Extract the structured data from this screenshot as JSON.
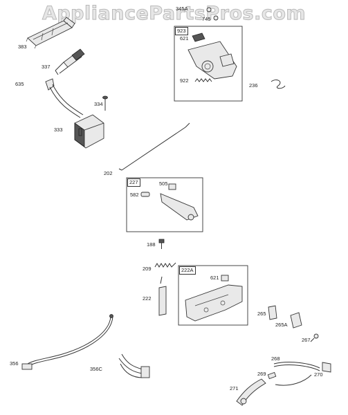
{
  "watermark": "AppliancePartsPros.com",
  "boxes": {
    "b923": "923",
    "b227": "227",
    "b222a": "222A"
  },
  "labels": {
    "l383": "383",
    "l337": "337",
    "l635": "635",
    "l334": "334",
    "l333": "333",
    "l345a": "345A",
    "l745": "745",
    "l621a": "621",
    "l922": "922",
    "l236": "236",
    "l202": "202",
    "l505": "505",
    "l582": "582",
    "l188": "188",
    "l209": "209",
    "l621b": "621",
    "l222": "222",
    "l265": "265",
    "l265a": "265A",
    "l267": "267",
    "l356": "356",
    "l356c": "356C",
    "l268": "268",
    "l269": "269",
    "l270": "270",
    "l271": "271"
  }
}
